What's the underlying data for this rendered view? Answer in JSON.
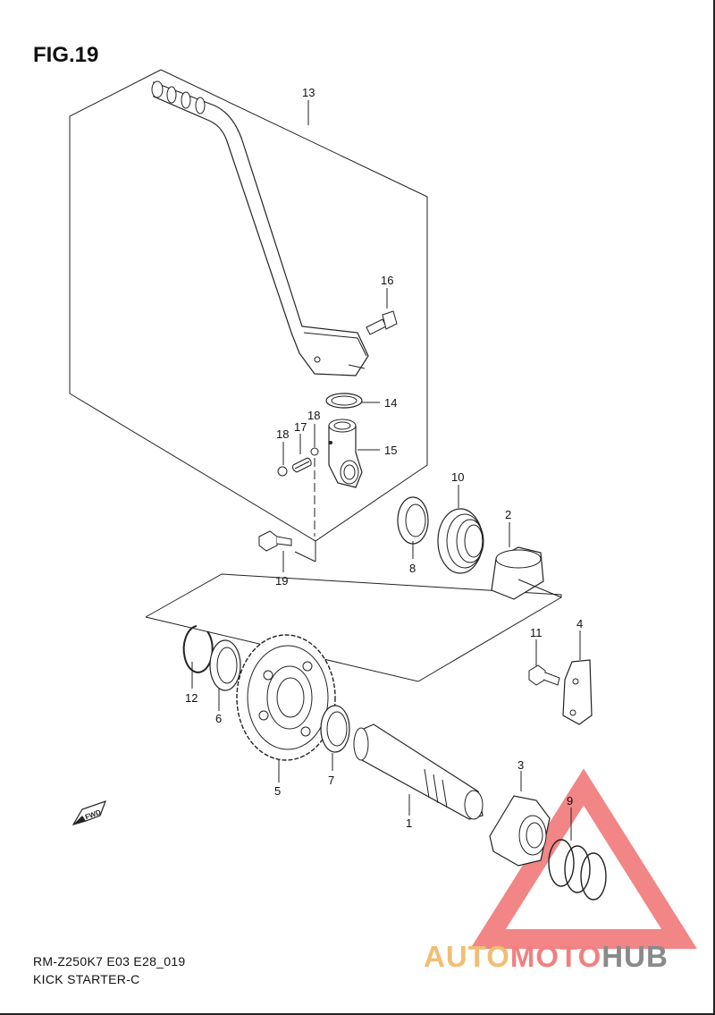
{
  "figure": {
    "title": "FIG.19"
  },
  "footer": {
    "model": "RM-Z250K7 E03 E28_019",
    "section": "KICK STARTER-C"
  },
  "fwd_label": "FWD",
  "watermark": {
    "part1": "AUTO",
    "part2": "MOTO",
    "part3": "HUB"
  },
  "callouts": {
    "c1": "1",
    "c2": "2",
    "c3": "3",
    "c4": "4",
    "c5": "5",
    "c6": "6",
    "c7": "7",
    "c8": "8",
    "c9": "9",
    "c10": "10",
    "c11": "11",
    "c12": "12",
    "c13": "13",
    "c14": "14",
    "c15": "15",
    "c16": "16",
    "c17": "17",
    "c18a": "18",
    "c18b": "18",
    "c19": "19"
  },
  "colors": {
    "line": "#222222",
    "watermark_red": "#f07070",
    "watermark_orange": "#f2bd73"
  }
}
